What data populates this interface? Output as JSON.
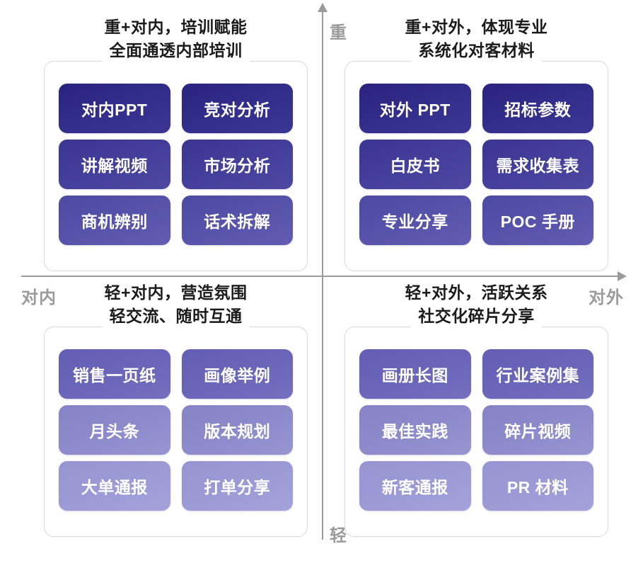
{
  "axes": {
    "top_label": "重",
    "bottom_label": "轻",
    "left_label": "对内",
    "right_label": "对外"
  },
  "quadrants": [
    {
      "key": "top_left",
      "title": "重+对内，培训赋能",
      "subtitle": "全面通透内部培训",
      "cards": [
        "对内PPT",
        "竞对分析",
        "讲解视频",
        "市场分析",
        "商机辨别",
        "话术拆解"
      ]
    },
    {
      "key": "top_right",
      "title": "重+对外，体现专业",
      "subtitle": "系统化对客材料",
      "cards": [
        "对外 PPT",
        "招标参数",
        "白皮书",
        "需求收集表",
        "专业分享",
        "POC 手册"
      ]
    },
    {
      "key": "bottom_left",
      "title": "轻+对内，营造氛围",
      "subtitle": "轻交流、随时互通",
      "cards": [
        "销售一页纸",
        "画像举例",
        "月头条",
        "版本规划",
        "大单通报",
        "打单分享"
      ]
    },
    {
      "key": "bottom_right",
      "title": "轻+对外，活跃关系",
      "subtitle": "社交化碎片分享",
      "cards": [
        "画册长图",
        "行业案例集",
        "最佳实践",
        "碎片视频",
        "新客通报",
        "PR 材料"
      ]
    }
  ],
  "colors": {
    "axis": "#9b9b9b",
    "box_border": "#d9d9dd",
    "card_darkest": "#2a2480",
    "card_lightest": "#a4a2da",
    "heading_text": "#1b1b1b",
    "card_text": "#ffffff"
  }
}
